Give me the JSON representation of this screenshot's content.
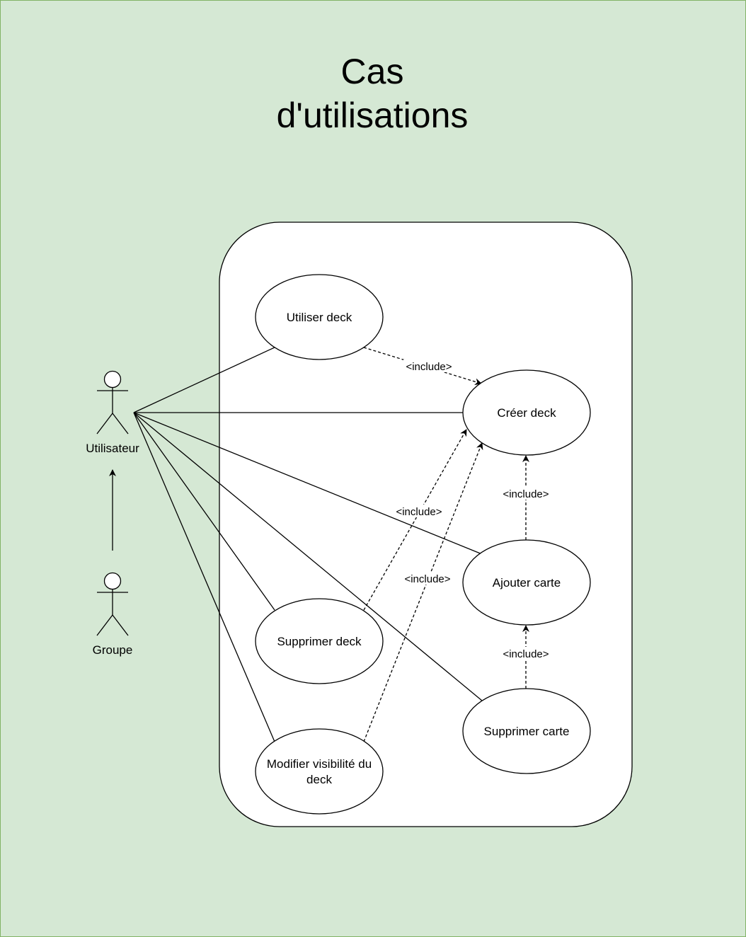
{
  "diagram": {
    "title_line1": "Cas",
    "title_line2": "d'utilisations",
    "colors": {
      "background": "#d5e8d4",
      "background_border": "#82b366",
      "shape_fill": "#ffffff",
      "stroke": "#000000"
    },
    "actors": {
      "user": "Utilisateur",
      "group": "Groupe"
    },
    "use_cases": {
      "use_deck": "Utiliser deck",
      "create_deck": "Créer deck",
      "add_card": "Ajouter carte",
      "delete_deck": "Supprimer deck",
      "delete_card": "Supprimer carte",
      "modify_visibility_line1": "Modifier visibilité du",
      "modify_visibility_line2": "deck"
    },
    "relations": {
      "include": "<include>"
    }
  }
}
